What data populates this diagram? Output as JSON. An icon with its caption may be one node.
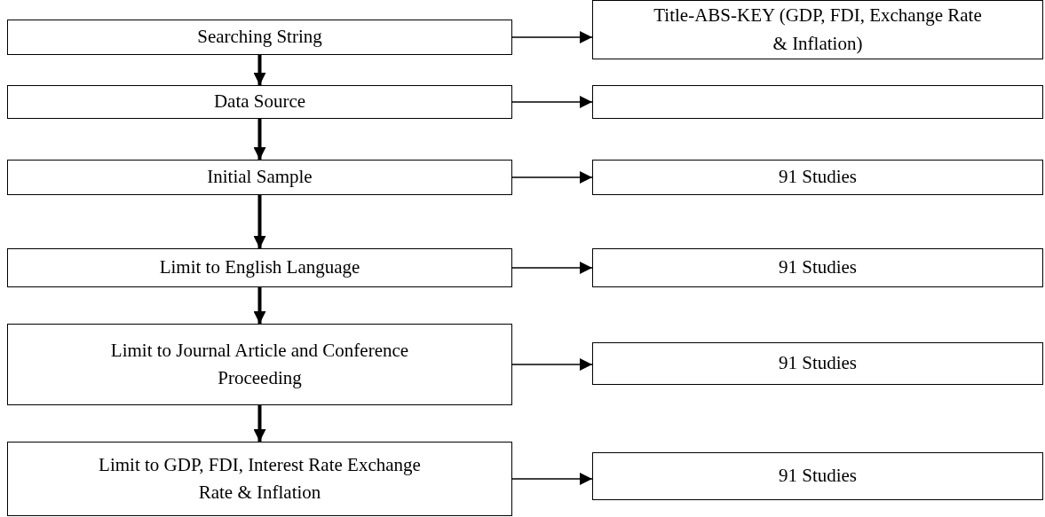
{
  "diagram": {
    "nodes": [
      {
        "text": [
          "Searching String"
        ]
      },
      {
        "text": [
          "Title-ABS-KEY (GDP, FDI, Exchange Rate & Inflation)"
        ]
      },
      {
        "text": [
          "Data Source"
        ]
      },
      {
        "text": [],
        "shape": "box"
      },
      {
        "text": [
          "Initial Sample"
        ]
      },
      {
        "text": [
          "91 Studies"
        ]
      },
      {
        "text": [
          "Limit to English Language"
        ]
      },
      {
        "text": [
          "91 Studies"
        ]
      },
      {
        "text": [
          "Limit to Journal Article and Conference Proceeding"
        ]
      },
      {
        "text": [
          "91 Studies"
        ]
      },
      {
        "text": [
          "Limit to GDP, FDI, Interest Rate Exchange Rate & Inflation"
        ]
      },
      {
        "text": [
          "91 Studies"
        ]
      }
    ],
    "edges": [
      {
        "from": 0,
        "to": 1,
        "arrow": "to"
      },
      {
        "from": 0,
        "to": 2,
        "arrow": "to",
        "style": "thick"
      },
      {
        "from": 2,
        "to": 3,
        "arrow": "to"
      },
      {
        "from": 2,
        "to": 4,
        "arrow": "to",
        "style": "thick"
      },
      {
        "from": 4,
        "to": 5,
        "arrow": "to"
      },
      {
        "from": 4,
        "to": 6,
        "arrow": "to",
        "style": "thick"
      },
      {
        "from": 6,
        "to": 7,
        "arrow": "to"
      },
      {
        "from": 6,
        "to": 8,
        "arrow": "to",
        "style": "thick"
      },
      {
        "from": 8,
        "to": 9,
        "arrow": "to"
      },
      {
        "from": 8,
        "to": 10,
        "arrow": "to",
        "style": "thick"
      },
      {
        "from": 10,
        "to": 11,
        "arrow": "to"
      }
    ]
  }
}
